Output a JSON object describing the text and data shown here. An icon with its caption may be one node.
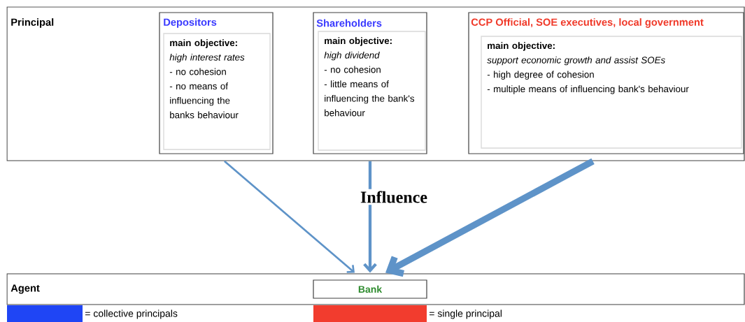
{
  "diagram": {
    "nodes": [
      {
        "text": [
          "Principal"
        ]
      },
      {
        "text": [
          "Depositors",
          "main objective:",
          "high interest rates",
          "- no cohesion",
          "- no means of influencing the banks behaviour"
        ],
        "in": 0
      },
      {
        "text": [
          "Shareholders",
          "main objective:",
          "high dividend",
          "- no cohesion",
          "- little means of influencing the bank's behaviour"
        ],
        "in": 0
      },
      {
        "text": [
          "CCP Official, SOE executives, local government",
          "main objective:",
          "support economic growth and assist SOEs",
          "- high degree of cohesion",
          "- multiple means of influencing bank's behaviour"
        ],
        "in": 0
      },
      {
        "text": [
          "Agent"
        ]
      },
      {
        "text": [
          "Bank"
        ],
        "in": 4
      }
    ],
    "edges": [
      {
        "from": 1,
        "to": 5,
        "arrow": "to"
      },
      {
        "from": 2,
        "to": 5,
        "arrow": "to"
      },
      {
        "from": 3,
        "to": 5,
        "arrow": "to",
        "style": "thick"
      }
    ],
    "labels": [
      "Influence"
    ],
    "legend": [
      {
        "text": "= collective principals",
        "color": "#1f45f5"
      },
      {
        "text": "= single principal",
        "color": "#f23c2e"
      }
    ]
  }
}
